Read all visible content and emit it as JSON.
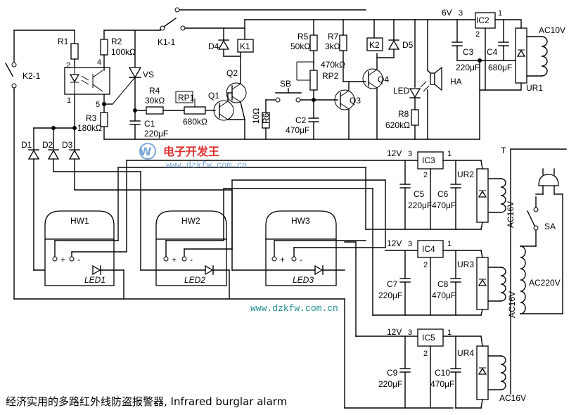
{
  "labels": {
    "R1": "R1",
    "R2": "R2",
    "R2v": "100kΩ",
    "R3": "R3",
    "R3v": "180kΩ",
    "R4": "R4",
    "R4v": "30kΩ",
    "RP1": "RP1",
    "RP1v": "680kΩ",
    "C1": "C1",
    "C1v": "220μF",
    "VS": "VS",
    "K1_1": "K1-1",
    "K2_1": "K2-1",
    "D1": "D1",
    "D2": "D2",
    "D3": "D3",
    "D4": "D4",
    "D5": "D5",
    "K1": "K1",
    "K2": "K2",
    "Q1": "Q1",
    "Q2": "Q2",
    "Q3": "Q3",
    "Q4": "Q4",
    "R5": "R5",
    "R5v": "50kΩ",
    "R6": "R6",
    "R6v": "10Ω",
    "R7": "R7",
    "R7v": "3kΩ",
    "RP2v": "470kΩ",
    "RP2": "RP2",
    "SB": "SB",
    "C2": "C2",
    "C2v": "470μF",
    "LED": "LED",
    "R8": "R8",
    "R8v": "620kΩ",
    "HA": "HA",
    "6V": "6V",
    "IC2": "IC2",
    "C3": "C3",
    "C3v": "220μF",
    "C4": "C4",
    "C4v": "680μF",
    "UR1": "UR1",
    "AC10V": "AC10V",
    "IC3": "IC3",
    "IC4": "IC4",
    "IC5": "IC5",
    "12V": "12V",
    "C5": "C5",
    "C5v": "220μF",
    "C6": "C6",
    "C6v": "470μF",
    "C7": "C7",
    "C7v": "220μF",
    "C8": "C8",
    "C8v": "470μF",
    "C9": "C9",
    "C9v": "220μF",
    "C10": "C10",
    "C10v": "470μF",
    "UR2": "UR2",
    "UR3": "UR3",
    "UR4": "UR4",
    "AC16V": "AC16V",
    "T": "T",
    "SA": "SA",
    "AC220V": "AC220V",
    "HW1": "HW1",
    "HW2": "HW2",
    "HW3": "HW3",
    "LED1": "LED1",
    "LED2": "LED2",
    "LED3": "LED3",
    "plus": "+",
    "minus": "-",
    "pin1": "1",
    "pin2": "2",
    "pin3": "3",
    "pin4": "4",
    "pin5": "5"
  },
  "watermark": {
    "brand": "电子开发王",
    "url_top": "www.dzkfw.com.cn",
    "url_bottom": "www.dzkfw.com.cn"
  },
  "caption": "经济实用的多路红外线防盗报警器, Infrared burglar alarm"
}
